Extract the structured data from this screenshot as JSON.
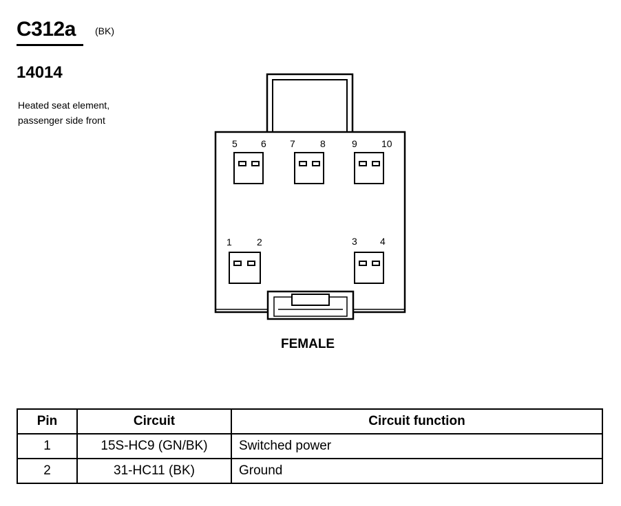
{
  "header": {
    "connector_id": "C312a",
    "connector_color": "(BK)",
    "part_number": "14014",
    "description": "Heated seat element, passenger side front"
  },
  "diagram": {
    "view_label": "FEMALE",
    "pin_labels": [
      "5",
      "6",
      "7",
      "8",
      "9",
      "10",
      "1",
      "2",
      "3",
      "4"
    ]
  },
  "table": {
    "headers": [
      "Pin",
      "Circuit",
      "Circuit function"
    ],
    "rows": [
      {
        "pin": "1",
        "circuit": "15S-HC9 (GN/BK)",
        "function": "Switched power"
      },
      {
        "pin": "2",
        "circuit": "31-HC11 (BK)",
        "function": "Ground"
      }
    ]
  }
}
